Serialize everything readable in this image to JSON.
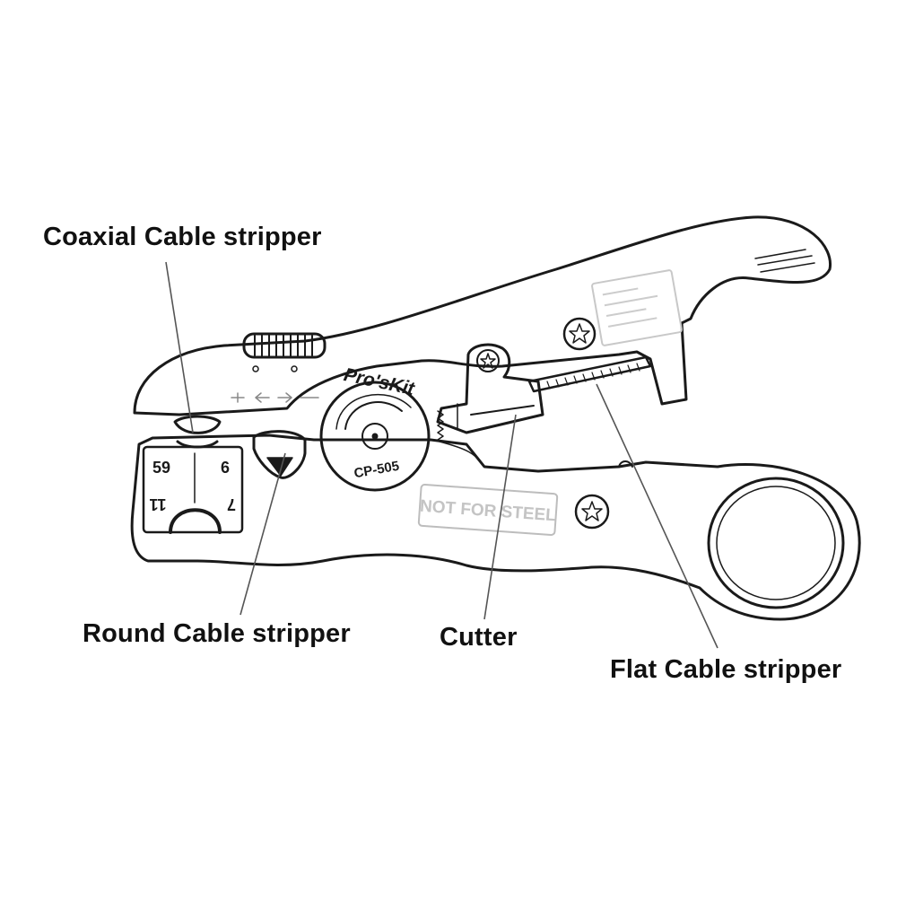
{
  "labels": {
    "coaxial": "Coaxial Cable stripper",
    "round": "Round Cable stripper",
    "cutter": "Cutter",
    "flat": "Flat Cable stripper"
  },
  "tool": {
    "brand": "Pro'sKit",
    "model": "CP-505",
    "warning": "NOT FOR STEEL",
    "gauge_top_left": "59",
    "gauge_top_right": "6",
    "gauge_bottom_left": "11",
    "gauge_bottom_right": "7"
  },
  "colors": {
    "outline": "#1a1a1a",
    "leader": "#555555",
    "stamp": "#bdbdbd",
    "label": "#111111"
  }
}
